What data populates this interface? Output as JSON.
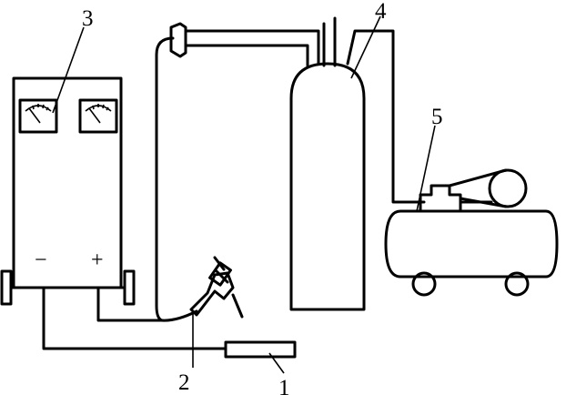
{
  "labels": {
    "l1": "1",
    "l2": "2",
    "l3": "3",
    "l4": "4",
    "l5": "5"
  },
  "terminals": {
    "negative": "−",
    "positive": "+"
  }
}
